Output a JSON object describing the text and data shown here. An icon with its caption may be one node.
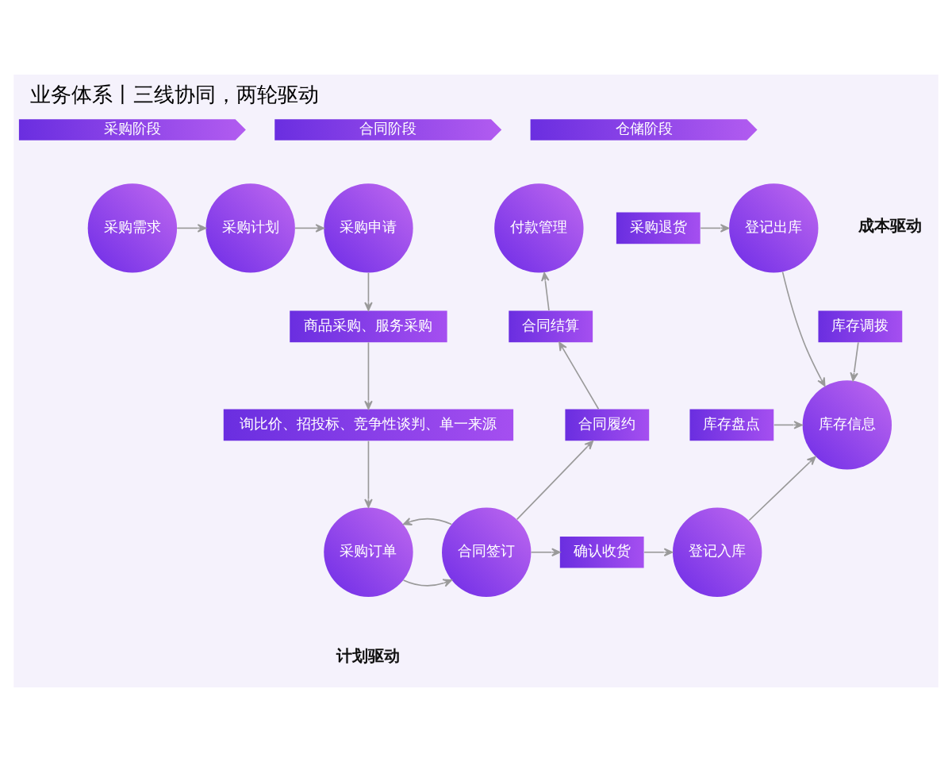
{
  "diagram": {
    "title": "业务体系丨三线协同，两轮驱动",
    "nodes": [
      {
        "text": [
          "采购阶段"
        ]
      },
      {
        "text": [
          "合同阶段"
        ]
      },
      {
        "text": [
          "仓储阶段"
        ]
      },
      {
        "text": [
          "采购需求"
        ]
      },
      {
        "text": [
          "采购计划"
        ]
      },
      {
        "text": [
          "采购申请"
        ]
      },
      {
        "text": [
          "商品采购、服务采购"
        ]
      },
      {
        "text": [
          "询比价、招投标、竞争性谈判、单一来源"
        ]
      },
      {
        "text": [
          "采购订单"
        ]
      },
      {
        "text": [
          "付款管理"
        ]
      },
      {
        "text": [
          "合同结算"
        ]
      },
      {
        "text": [
          "合同履约"
        ]
      },
      {
        "text": [
          "合同签订"
        ]
      },
      {
        "text": [
          "采购退货"
        ]
      },
      {
        "text": [
          "登记出库"
        ]
      },
      {
        "text": [
          "库存调拨"
        ]
      },
      {
        "text": [
          "库存盘点"
        ]
      },
      {
        "text": [
          "库存信息"
        ]
      },
      {
        "text": [
          "确认收货"
        ]
      },
      {
        "text": [
          "登记入库"
        ]
      }
    ],
    "edges": [
      {
        "from": 3,
        "to": 4,
        "arrow": "to"
      },
      {
        "from": 4,
        "to": 5,
        "arrow": "to"
      },
      {
        "from": 5,
        "to": 6,
        "arrow": "to"
      },
      {
        "from": 6,
        "to": 7,
        "arrow": "to"
      },
      {
        "from": 7,
        "to": 8,
        "arrow": "to"
      },
      {
        "from": 8,
        "to": 12,
        "arrow": "to"
      },
      {
        "from": 12,
        "to": 8,
        "arrow": "to"
      },
      {
        "from": 12,
        "to": 11,
        "arrow": "to"
      },
      {
        "from": 11,
        "to": 10,
        "arrow": "to"
      },
      {
        "from": 10,
        "to": 9,
        "arrow": "to"
      },
      {
        "from": 12,
        "to": 18,
        "arrow": "to"
      },
      {
        "from": 18,
        "to": 19,
        "arrow": "to"
      },
      {
        "from": 19,
        "to": 17,
        "arrow": "to"
      },
      {
        "from": 13,
        "to": 14,
        "arrow": "to"
      },
      {
        "from": 14,
        "to": 17,
        "arrow": "to"
      },
      {
        "from": 15,
        "to": 17,
        "arrow": "to"
      },
      {
        "from": 16,
        "to": 17,
        "arrow": "to"
      }
    ],
    "labels": [
      "成本驱动",
      "计划驱动"
    ]
  }
}
